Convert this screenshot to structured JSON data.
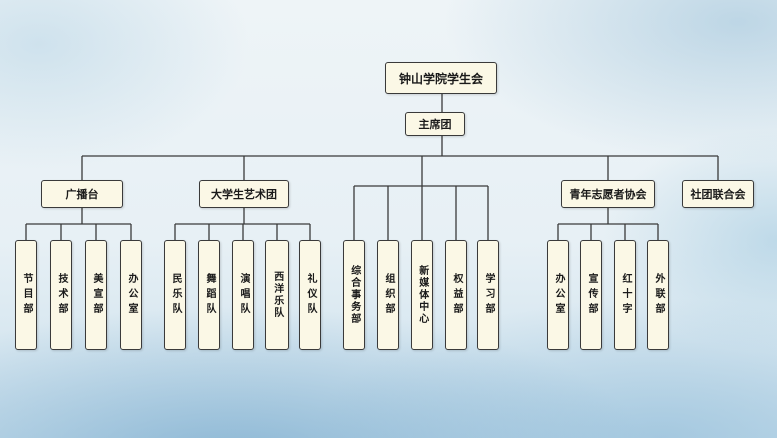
{
  "root": "钟山学院学生会",
  "presidium": "主席团",
  "departments": [
    {
      "name": "广播台",
      "subs": [
        "节目部",
        "技术部",
        "美宣部",
        "办公室"
      ]
    },
    {
      "name": "大学生艺术团",
      "subs": [
        "民乐队",
        "舞蹈队",
        "演唱队",
        "西洋乐队",
        "礼仪队"
      ]
    },
    {
      "name": "",
      "subs": [
        "综合事务部",
        "组织部",
        "新媒体中心",
        "权益部",
        "学习部"
      ]
    },
    {
      "name": "青年志愿者协会",
      "subs": [
        "办公室",
        "宣传部",
        "红十字",
        "外联部"
      ]
    },
    {
      "name": "社团联合会",
      "subs": []
    }
  ]
}
